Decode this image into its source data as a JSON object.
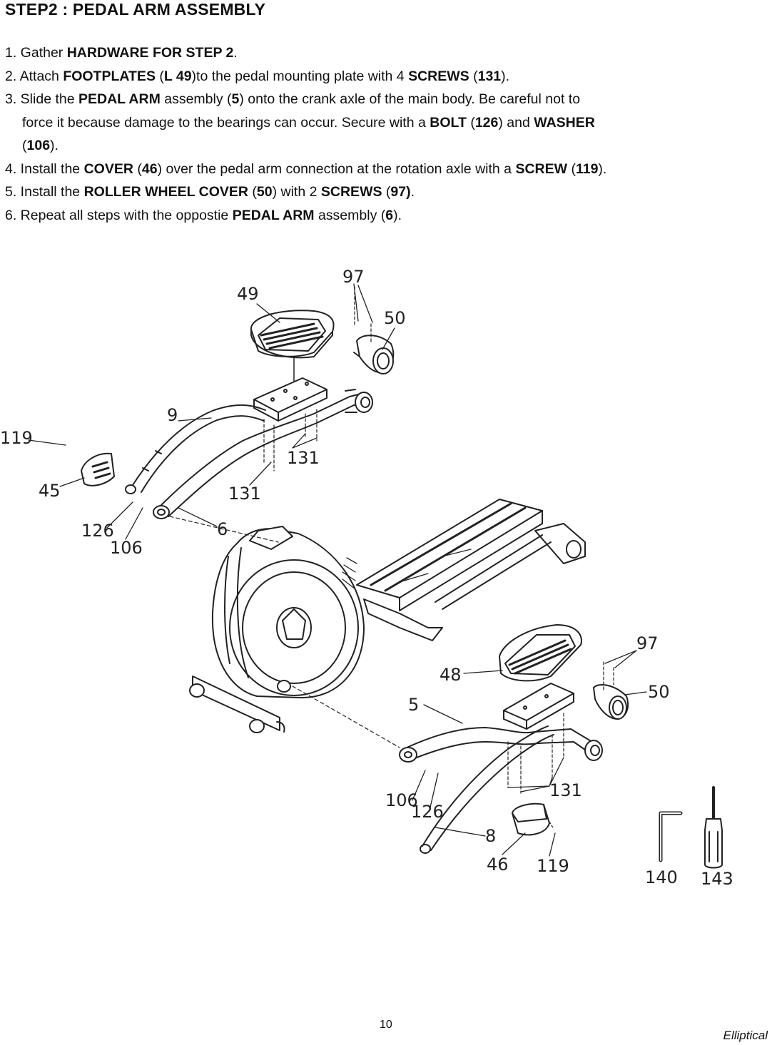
{
  "header": {
    "title": "STEP2 : PEDAL ARM ASSEMBLY"
  },
  "steps": [
    {
      "lines": [
        {
          "parts": [
            {
              "t": "1. Gather "
            },
            {
              "t": "HARDWARE FOR STEP 2",
              "b": true
            },
            {
              "t": "."
            }
          ]
        }
      ]
    },
    {
      "lines": [
        {
          "parts": [
            {
              "t": "2. Attach "
            },
            {
              "t": "FOOTPLATES",
              "b": true
            },
            {
              "t": " ("
            },
            {
              "t": "L 49",
              "b": true
            },
            {
              "t": ")to the pedal mounting plate with 4 "
            },
            {
              "t": "SCREWS",
              "b": true
            },
            {
              "t": " ("
            },
            {
              "t": "131",
              "b": true
            },
            {
              "t": ")."
            }
          ]
        }
      ]
    },
    {
      "lines": [
        {
          "parts": [
            {
              "t": "3. Slide the "
            },
            {
              "t": "PEDAL ARM",
              "b": true
            },
            {
              "t": " assembly ("
            },
            {
              "t": "5",
              "b": true
            },
            {
              "t": ") onto the crank axle of the main body. Be careful not to"
            }
          ]
        },
        {
          "cont": true,
          "parts": [
            {
              "t": "force it because damage to the bearings can occur. Secure with a "
            },
            {
              "t": "BOLT",
              "b": true
            },
            {
              "t": " ("
            },
            {
              "t": "126",
              "b": true
            },
            {
              "t": ") and "
            },
            {
              "t": "WASHER",
              "b": true
            }
          ]
        },
        {
          "cont": true,
          "parts": [
            {
              "t": "("
            },
            {
              "t": "106",
              "b": true
            },
            {
              "t": ")."
            }
          ]
        }
      ]
    },
    {
      "lines": [
        {
          "parts": [
            {
              "t": "4. Install the "
            },
            {
              "t": "COVER",
              "b": true
            },
            {
              "t": " ("
            },
            {
              "t": "46",
              "b": true
            },
            {
              "t": ") over the pedal arm connection at the rotation axle with a "
            },
            {
              "t": "SCREW",
              "b": true
            },
            {
              "t": " ("
            },
            {
              "t": "119",
              "b": true
            },
            {
              "t": ")."
            }
          ]
        }
      ]
    },
    {
      "lines": [
        {
          "parts": [
            {
              "t": "5. Install the "
            },
            {
              "t": "ROLLER WHEEL COVER",
              "b": true
            },
            {
              "t": " ("
            },
            {
              "t": "50",
              "b": true
            },
            {
              "t": ") with 2 "
            },
            {
              "t": "SCREWS",
              "b": true
            },
            {
              "t": " ("
            },
            {
              "t": "97)",
              "b": true
            },
            {
              "t": "."
            }
          ]
        }
      ]
    },
    {
      "lines": [
        {
          "parts": [
            {
              "t": "6. Repeat all steps with the oppostie "
            },
            {
              "t": "PEDAL ARM",
              "b": true
            },
            {
              "t": " assembly ("
            },
            {
              "t": "6",
              "b": true
            },
            {
              "t": ")."
            }
          ]
        }
      ]
    }
  ],
  "diagram": {
    "labels": {
      "l97a": "97",
      "l49": "49",
      "l50a": "50",
      "l9": "9",
      "l119a": "119",
      "l131a": "131",
      "l45": "45",
      "l131b": "131",
      "l126a": "126",
      "l106a": "106",
      "l6": "6",
      "l97b": "97",
      "l48": "48",
      "l50b": "50",
      "l5": "5",
      "l131c": "131",
      "l106b": "106",
      "l126b": "126",
      "l8": "8",
      "l46": "46",
      "l119b": "119",
      "l140": "140",
      "l143": "143"
    }
  },
  "footer": {
    "page_number": "10",
    "brand": "Elliptical"
  }
}
